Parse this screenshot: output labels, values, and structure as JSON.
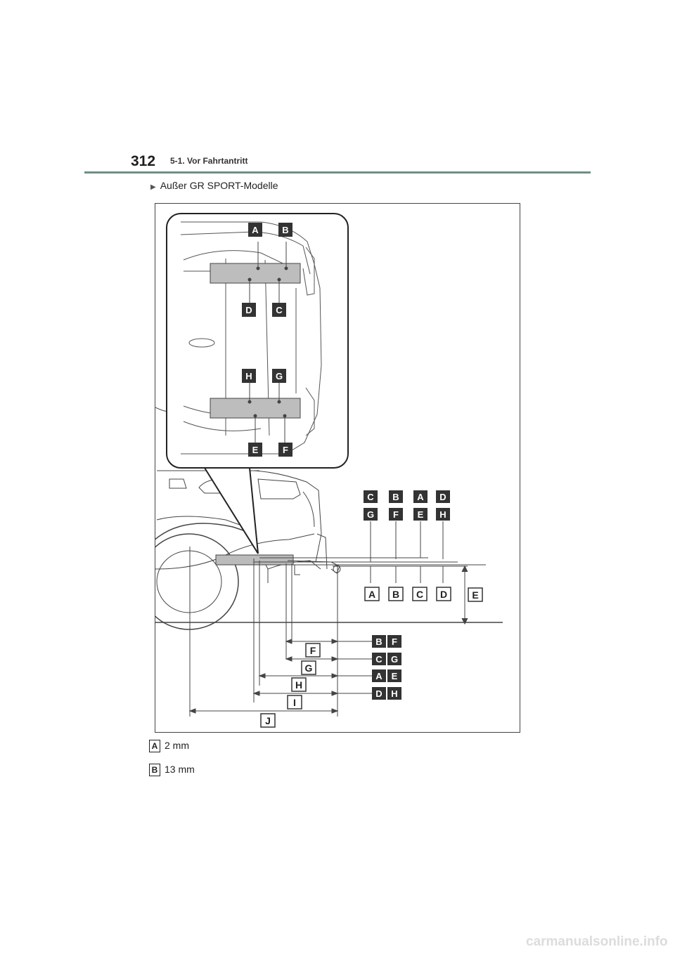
{
  "header": {
    "page_number": "312",
    "section": "5-1. Vor Fahrtantritt"
  },
  "subtitle": "Außer GR SPORT-Modelle",
  "figure": {
    "inset_top_labels": [
      "A",
      "B"
    ],
    "inset_mid_labels": [
      "D",
      "C"
    ],
    "inset_lower_labels": [
      "H",
      "G"
    ],
    "inset_bottom_labels": [
      "E",
      "F"
    ],
    "right_row1": [
      "C",
      "B",
      "A",
      "D"
    ],
    "right_row2": [
      "G",
      "F",
      "E",
      "H"
    ],
    "bottom_row": [
      "A",
      "B",
      "C",
      "D"
    ],
    "height_label": "E",
    "dimension_labels": [
      "F",
      "G",
      "H",
      "I",
      "J"
    ],
    "pair_labels": [
      [
        "B",
        "F"
      ],
      [
        "C",
        "G"
      ],
      [
        "A",
        "E"
      ],
      [
        "D",
        "H"
      ]
    ]
  },
  "legend": [
    {
      "key": "A",
      "text": "2 mm"
    },
    {
      "key": "B",
      "text": "13 mm"
    }
  ],
  "watermark": "carmanualsonline.info"
}
